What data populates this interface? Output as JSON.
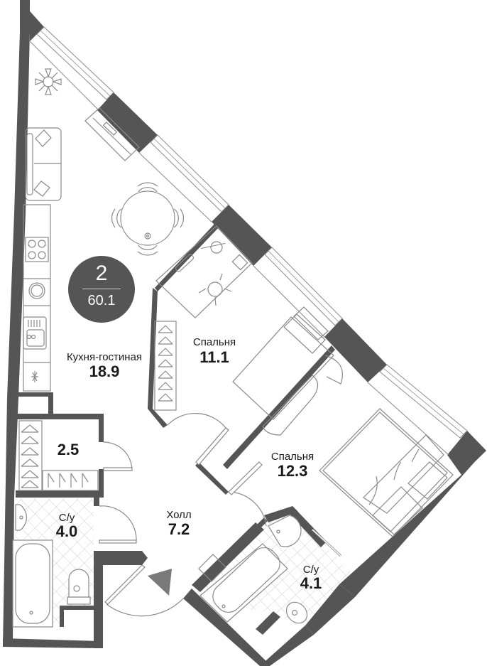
{
  "plan": {
    "rooms_count": "2",
    "total_area": "60.1",
    "colors": {
      "wall": "#555555",
      "line": "#8a8a8a",
      "background": "#ffffff"
    }
  },
  "rooms": [
    {
      "id": "kitchen-living",
      "name": "Кухня-гостиная",
      "area": "18.9"
    },
    {
      "id": "bedroom-1",
      "name": "Спальня",
      "area": "11.1"
    },
    {
      "id": "bedroom-2",
      "name": "Спальня",
      "area": "12.3"
    },
    {
      "id": "storage",
      "name": "",
      "area": "2.5"
    },
    {
      "id": "hall",
      "name": "Холл",
      "area": "7.2"
    },
    {
      "id": "bathroom-1",
      "name": "С/у",
      "area": "4.0"
    },
    {
      "id": "bathroom-2",
      "name": "С/у",
      "area": "4.1"
    }
  ],
  "icons": {
    "entrance": "entrance-arrow-icon",
    "plant": "plant-icon",
    "sofa": "sofa-icon",
    "dining_table": "dining-table-icon",
    "tv": "tv-icon",
    "stove": "stove-icon",
    "washer": "washing-machine-icon",
    "sink": "sink-icon",
    "fridge": "fridge-icon",
    "bed": "bed-icon",
    "desk": "desk-icon",
    "wardrobe": "wardrobe-icon",
    "bathtub": "bathtub-icon",
    "toilet": "toilet-icon",
    "washbasin": "washbasin-icon"
  }
}
